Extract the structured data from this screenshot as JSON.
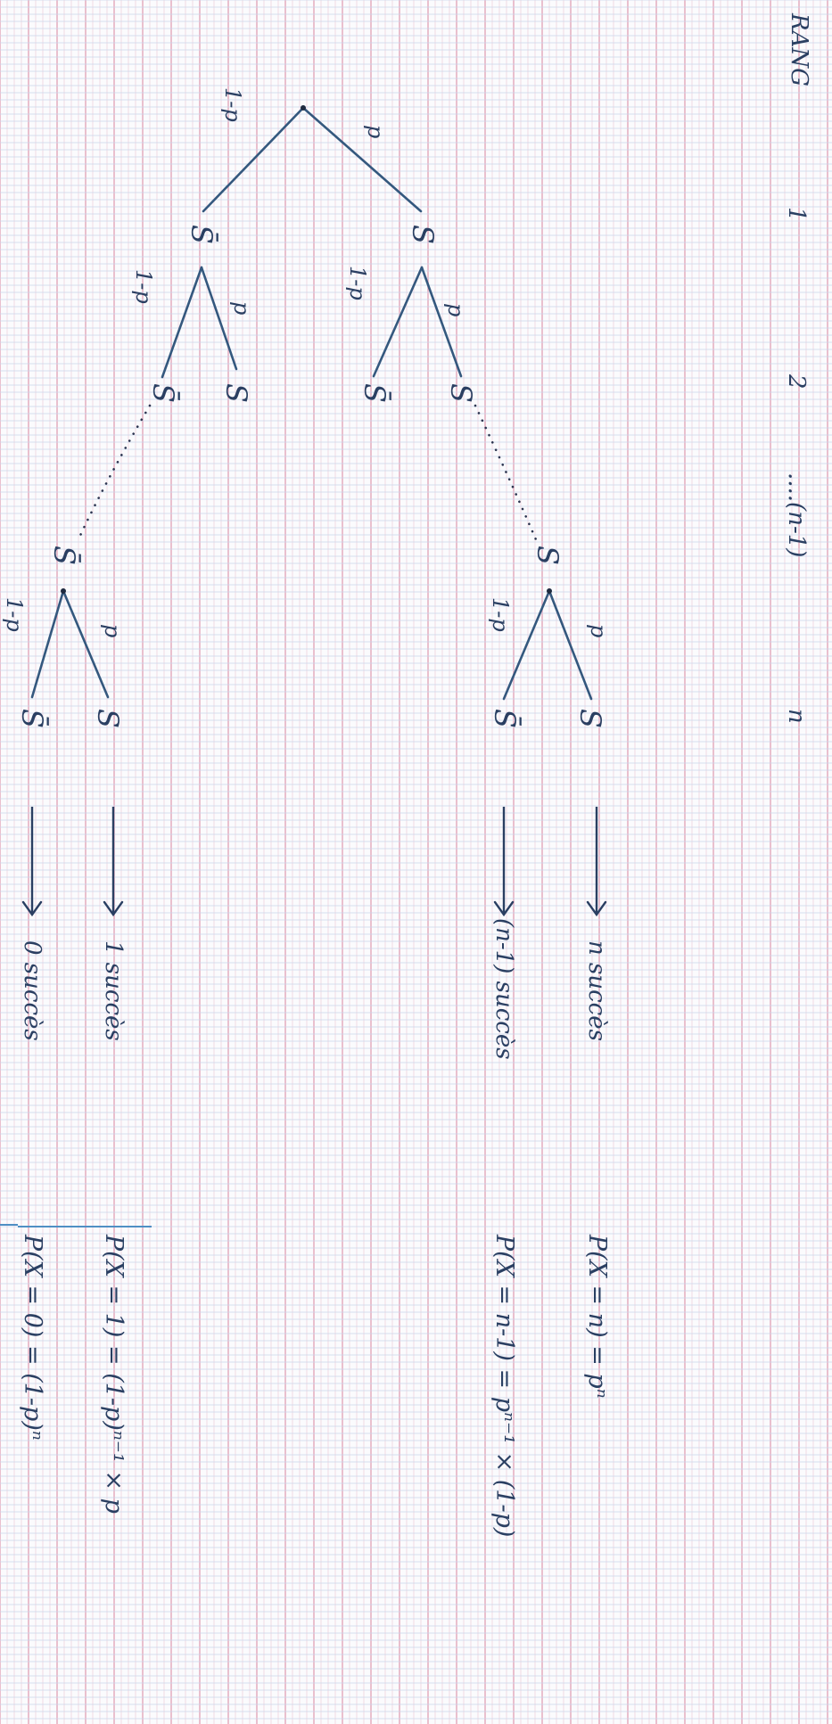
{
  "page": {
    "header": "RANG",
    "ranks": [
      "1",
      "2",
      "....(n-1)",
      "n"
    ]
  },
  "tree": {
    "success": "S",
    "failure": "S̄",
    "p": "p",
    "one_minus_p": "1-p"
  },
  "outcomes": [
    "n succès",
    "(n-1) succès",
    "1 succès",
    "0 succès"
  ],
  "formulas": [
    "P(X = n) = pⁿ",
    "P(X = n-1) = pⁿ⁻¹ × (1-p)",
    "P(X = 1) = (1-p)ⁿ⁻¹ × p",
    "P(X = 0) = (1-p)ⁿ"
  ],
  "colors": {
    "paper": "#fbfbfd",
    "grid_pink": "#e6b1c3",
    "grid_blue": "#c8d6ea",
    "ink": "#2a3f62",
    "margin_blue": "#4f8fc4"
  }
}
